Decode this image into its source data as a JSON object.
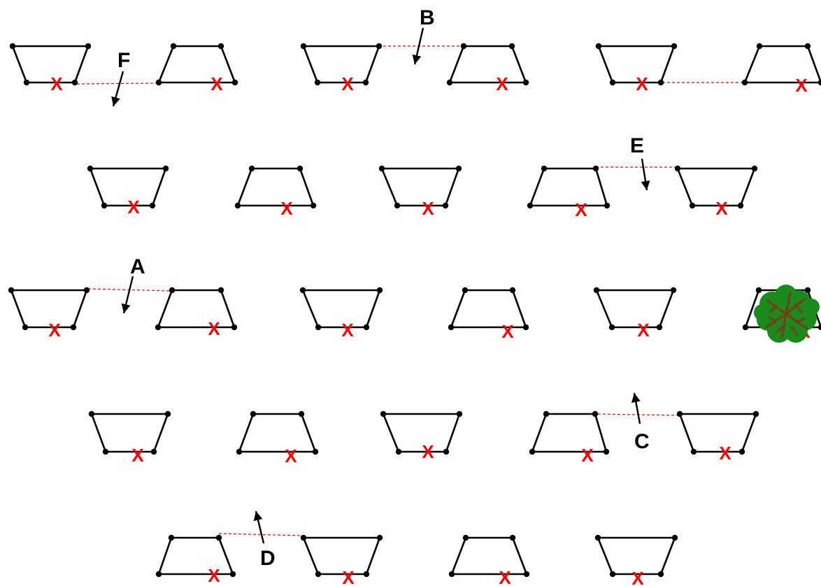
{
  "diagram": {
    "marker_glyph": "X",
    "labels": [
      "A",
      "B",
      "C",
      "D",
      "E",
      "F"
    ],
    "colors": {
      "outline": "#000000",
      "marker": "#ff0000",
      "link": "#ff0000",
      "tree_foliage": "#1a8a1a",
      "tree_branches": "#7a3b1a"
    },
    "icons": [
      "vertex-dot-icon",
      "tree-icon",
      "arrow-icon"
    ]
  }
}
